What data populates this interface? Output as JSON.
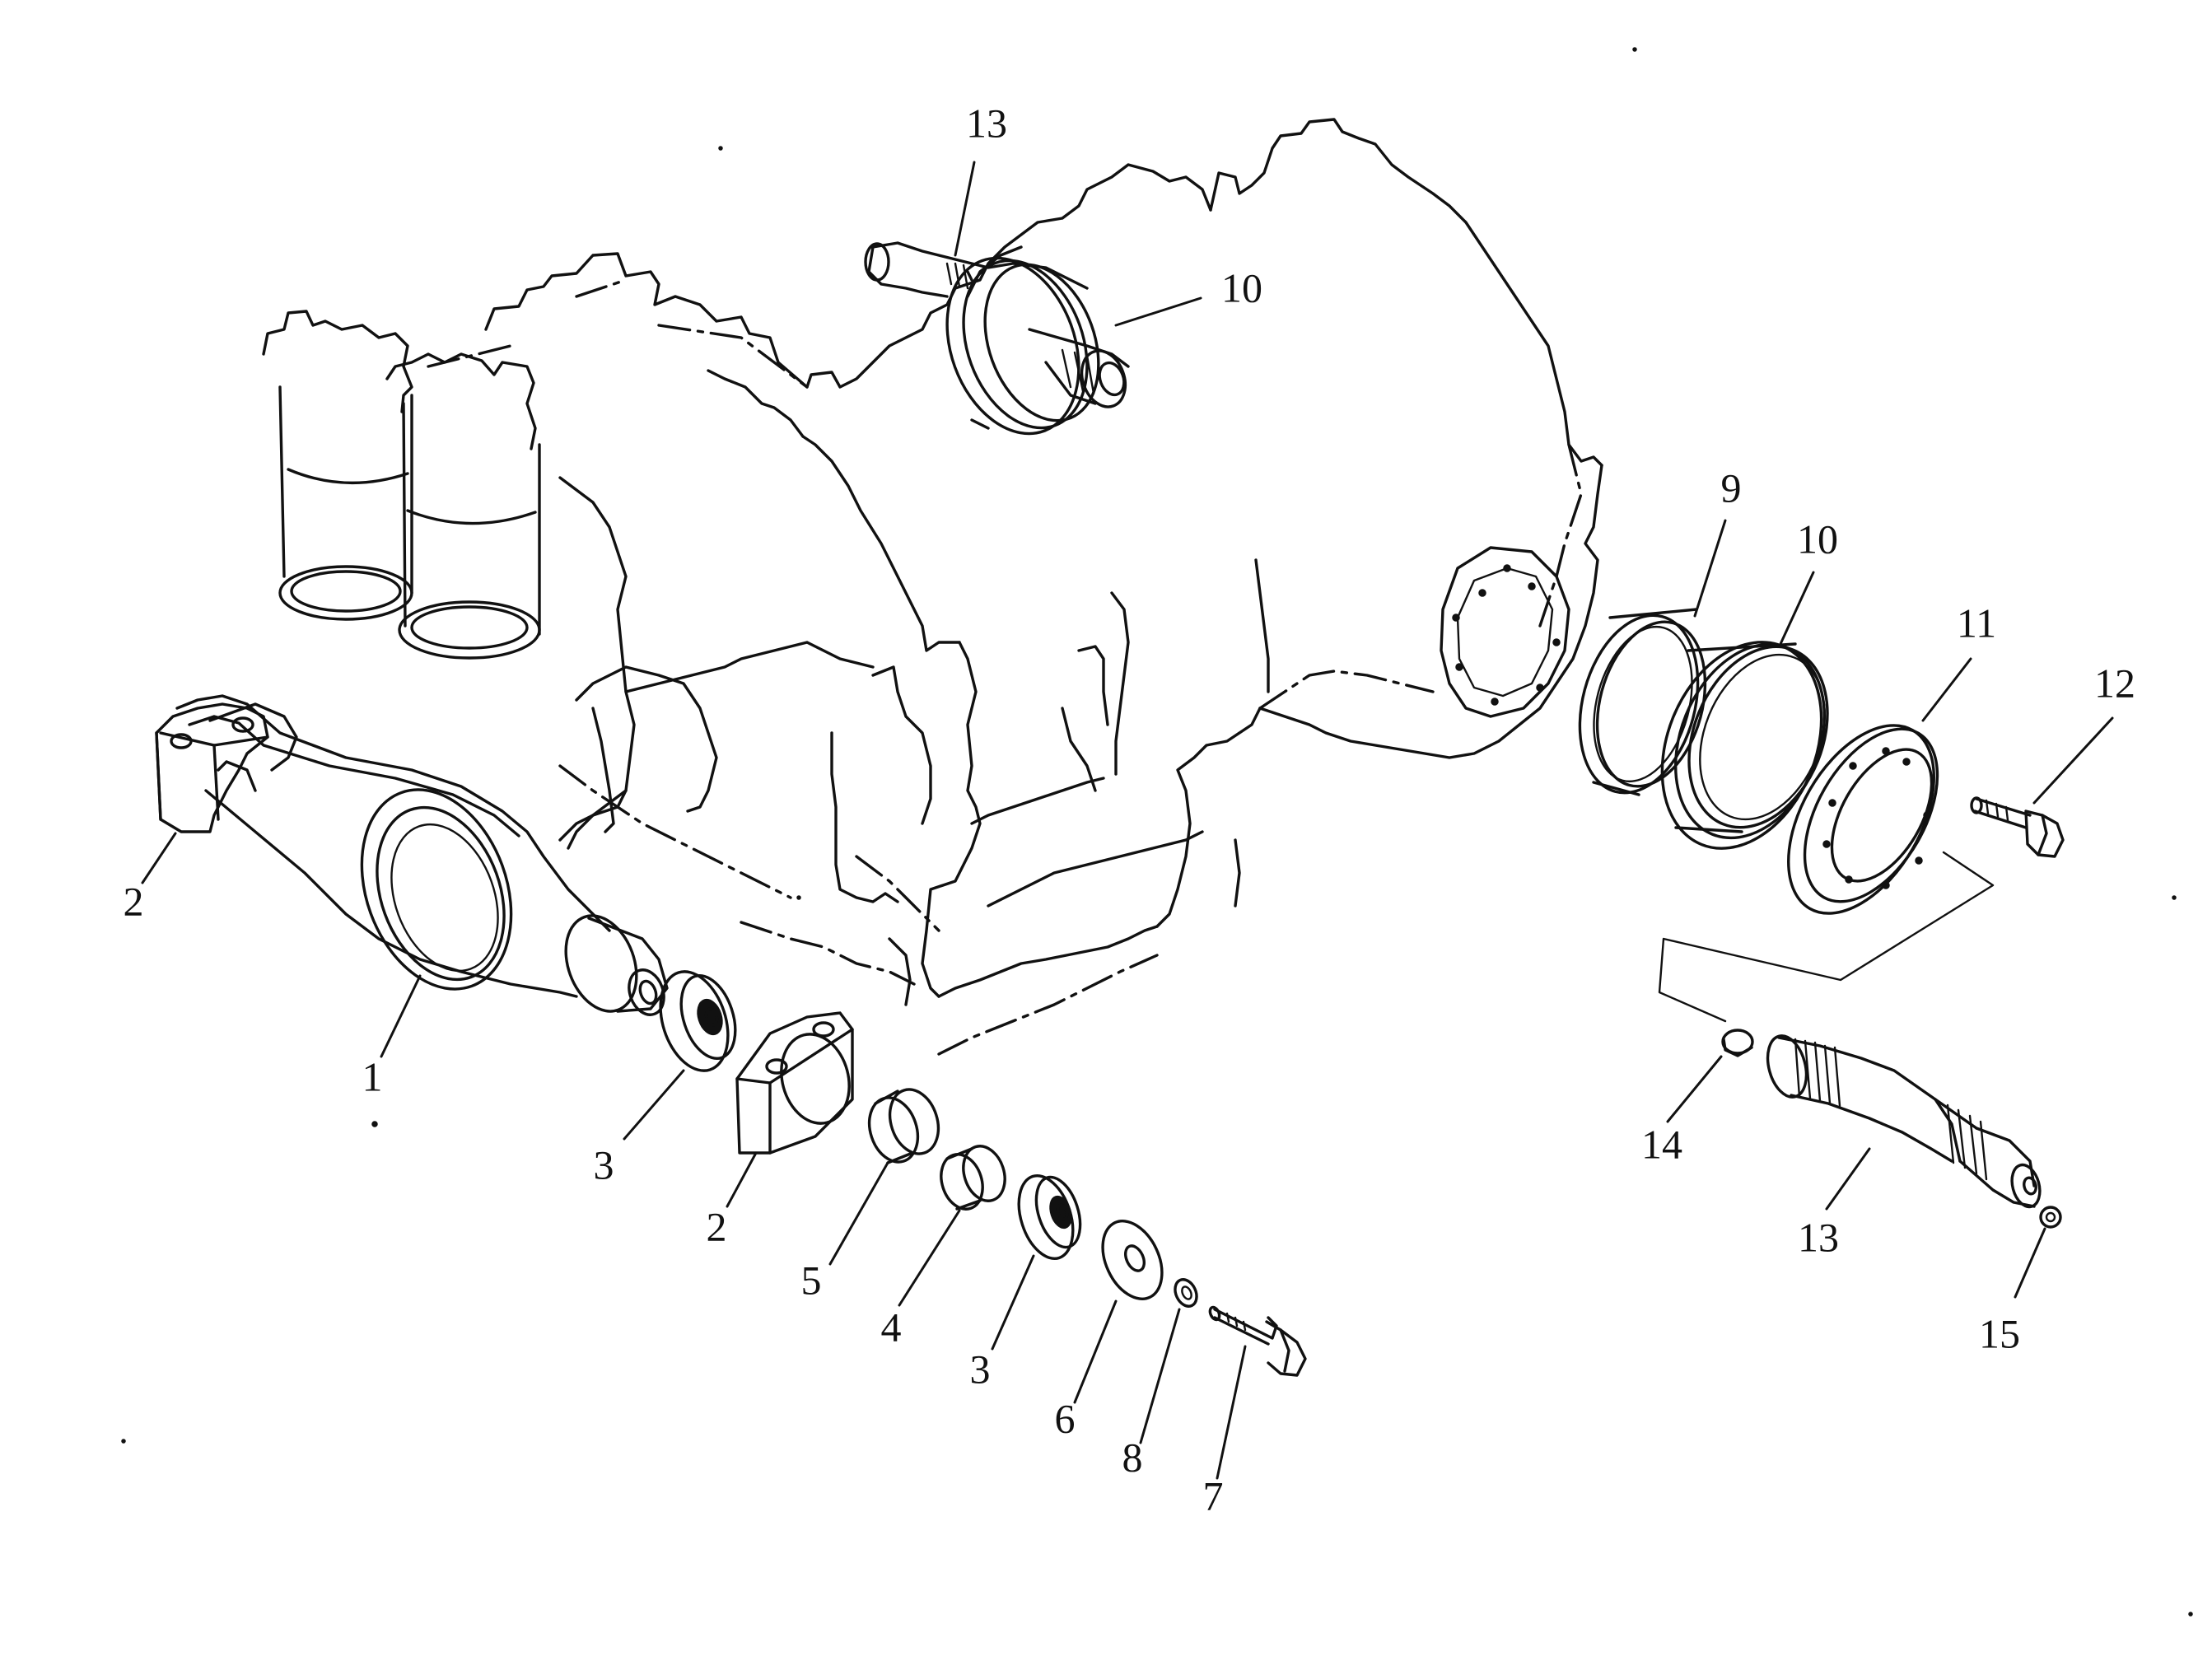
{
  "callouts": [
    {
      "id": "c-13-top",
      "text": "13"
    },
    {
      "id": "c-10-top",
      "text": "10"
    },
    {
      "id": "c-9",
      "text": "9"
    },
    {
      "id": "c-10-right",
      "text": "10"
    },
    {
      "id": "c-11",
      "text": "11"
    },
    {
      "id": "c-12",
      "text": "12"
    },
    {
      "id": "c-2-left",
      "text": "2"
    },
    {
      "id": "c-1",
      "text": "1"
    },
    {
      "id": "c-3-left",
      "text": "3"
    },
    {
      "id": "c-2-mid",
      "text": "2"
    },
    {
      "id": "c-5",
      "text": "5"
    },
    {
      "id": "c-4",
      "text": "4"
    },
    {
      "id": "c-3-mid",
      "text": "3"
    },
    {
      "id": "c-6",
      "text": "6"
    },
    {
      "id": "c-8",
      "text": "8"
    },
    {
      "id": "c-7",
      "text": "7"
    },
    {
      "id": "c-14",
      "text": "14"
    },
    {
      "id": "c-13-bottom",
      "text": "13"
    },
    {
      "id": "c-15",
      "text": "15"
    }
  ],
  "parts": {
    "1": "equalizer-bar",
    "2": "bearing-block",
    "3": "seal",
    "4": "bushing",
    "5": "collar",
    "6": "washer",
    "7": "bolt",
    "8": "lock-washer",
    "9": "seal-ring",
    "10": "cover-ring",
    "11": "flange-plate",
    "12": "bolt",
    "13": "splined-shaft",
    "14": "plug",
    "15": "snap-ring"
  }
}
